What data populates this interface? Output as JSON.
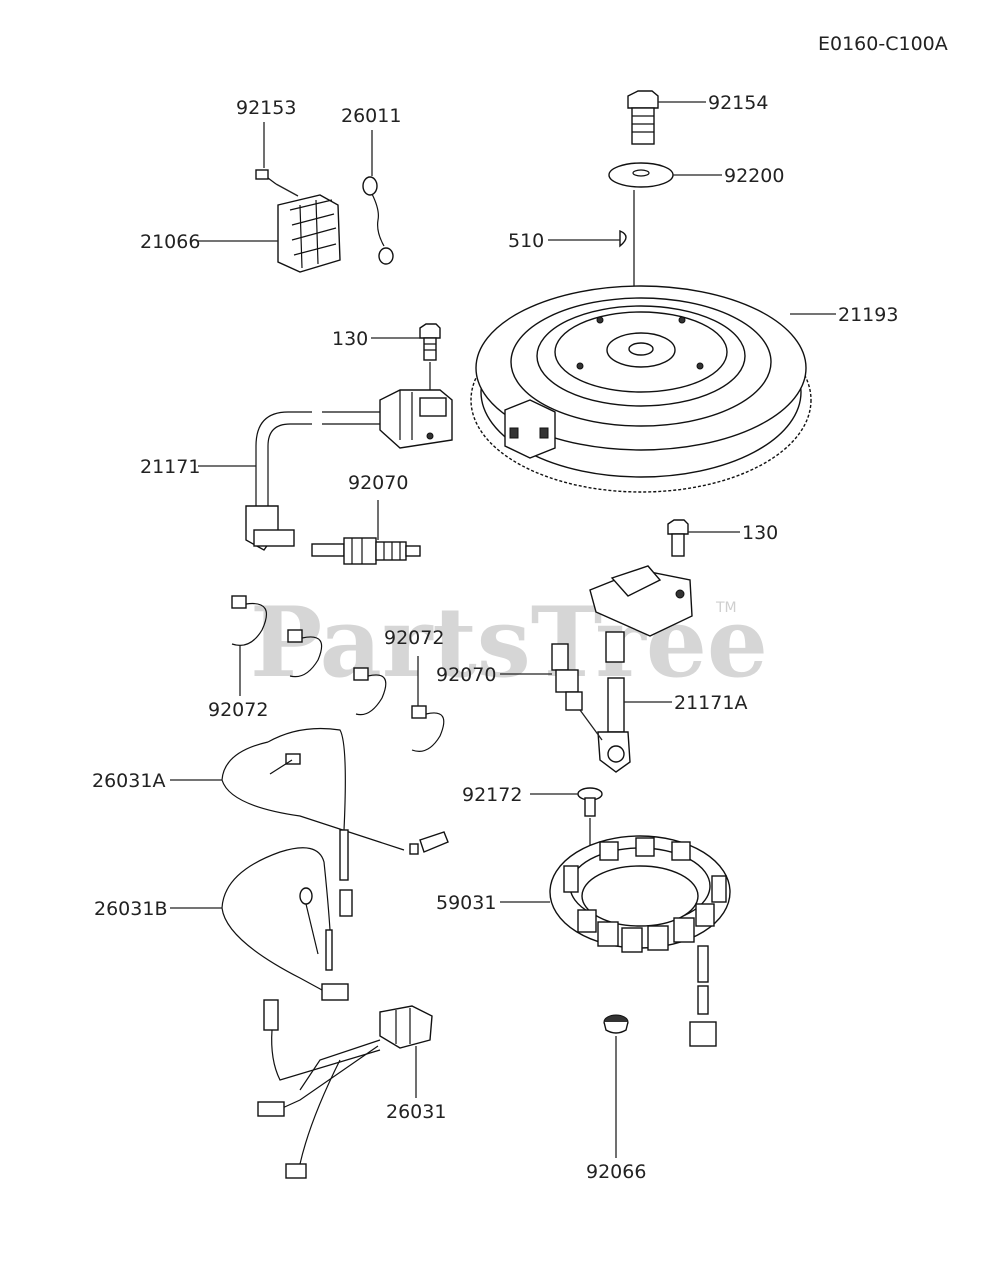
{
  "diagram_code": "E0160-C100A",
  "watermark": {
    "text": "PartsTree",
    "tm": "TM"
  },
  "labels": {
    "p92153": "92153",
    "p26011": "26011",
    "p21066": "21066",
    "p92154": "92154",
    "p92200": "92200",
    "p510": "510",
    "p21193": "21193",
    "p130_top": "130",
    "p21171": "21171",
    "p92070_left": "92070",
    "p130_right": "130",
    "p92072_mid": "92072",
    "p92070_right": "92070",
    "p92072_left": "92072",
    "p21171A": "21171A",
    "p26031A": "26031A",
    "p92172": "92172",
    "p59031": "59031",
    "p26031B": "26031B",
    "p26031": "26031",
    "p92066": "92066"
  }
}
